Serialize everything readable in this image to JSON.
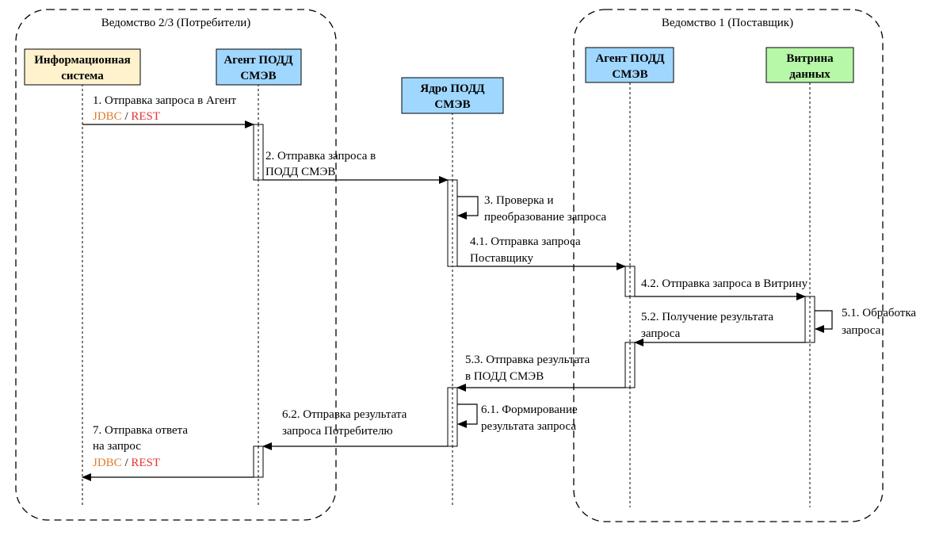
{
  "regions": {
    "consumer": "Ведомство 2/3 (Потребители)",
    "provider": "Ведомство 1 (Поставщик)"
  },
  "actors": {
    "is": {
      "line1": "Информационная",
      "line2": "система",
      "color": "#fff2cc"
    },
    "agent_consumer": {
      "line1": "Агент ПОДД",
      "line2": "СМЭВ",
      "color": "#9fd7ff"
    },
    "core": {
      "line1": "Ядро ПОДД",
      "line2": "СМЭВ",
      "color": "#9fd7ff"
    },
    "agent_provider": {
      "line1": "Агент ПОДД",
      "line2": "СМЭВ",
      "color": "#9fd7ff"
    },
    "vitrina": {
      "line1": "Витрина",
      "line2": "данных",
      "color": "#b6f7a8"
    }
  },
  "messages": {
    "m1": {
      "line1": "1. Отправка запроса в Агент",
      "jdbc": "JDBC",
      "sep": " / ",
      "rest": "REST"
    },
    "m2": {
      "line1": "2. Отправка запроса в",
      "line2": "ПОДД СМЭВ"
    },
    "m3": {
      "line1": "3. Проверка и",
      "line2": "преобразование запроса"
    },
    "m41": {
      "line1": "4.1. Отправка запроса",
      "line2": "Поставщику"
    },
    "m42": {
      "line1": "4.2. Отправка запроса в Витрину"
    },
    "m51": {
      "line1": "5.1. Обработка",
      "line2": "запроса"
    },
    "m52": {
      "line1": "5.2. Получение результата",
      "line2": "запроса"
    },
    "m53": {
      "line1": "5.3. Отправка результата",
      "line2": "в ПОДД СМЭВ"
    },
    "m61": {
      "line1": "6.1. Формирование",
      "line2": "результата запроса"
    },
    "m62": {
      "line1": "6.2. Отправка результата",
      "line2": "запроса  Потребителю"
    },
    "m7": {
      "line1": "7. Отправка ответа",
      "line2": "на запрос",
      "jdbc": "JDBC",
      "sep": " / ",
      "rest": "REST"
    }
  },
  "colors": {
    "jdbc": "#e07b2a",
    "rest": "#e8312f"
  }
}
